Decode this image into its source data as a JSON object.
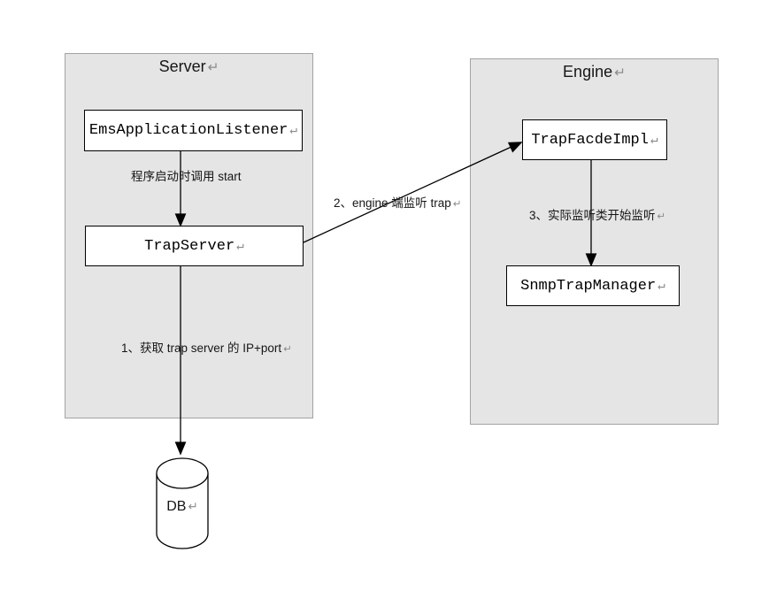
{
  "icons": {
    "return_mark": "↵"
  },
  "colors": {
    "container_fill": "#e5e5e5",
    "container_border": "#a3a3a3",
    "box_fill": "#ffffff",
    "box_border": "#000000",
    "line": "#000000",
    "return_mark": "#8a8a8a"
  },
  "containers": {
    "server": {
      "title": "Server"
    },
    "engine": {
      "title": "Engine"
    }
  },
  "nodes": {
    "ems_application_listener": {
      "label": "EmsApplicationListener"
    },
    "trap_server": {
      "label": "TrapServer"
    },
    "trap_facde_impl": {
      "label": "TrapFacdeImpl"
    },
    "snmp_trap_manager": {
      "label": "SnmpTrapManager"
    },
    "db": {
      "label": "DB"
    }
  },
  "edge_labels": {
    "start_call": "程序启动时调用 start",
    "step1": "1、获取 trap server 的 IP+port",
    "step2": "2、engine 端监听 trap",
    "step3": "3、实际监听类开始监听"
  }
}
